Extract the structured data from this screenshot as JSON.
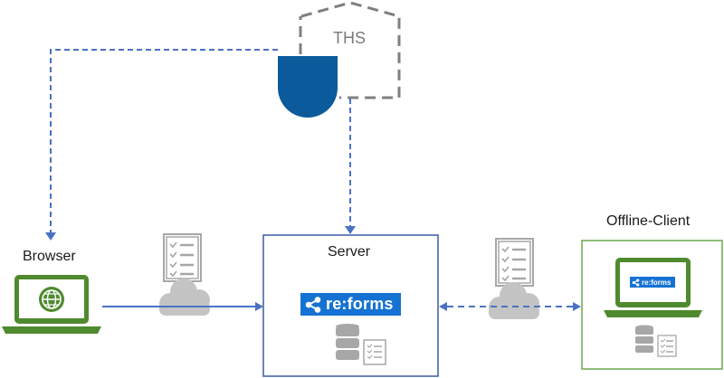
{
  "nodes": {
    "ths": {
      "label": "THS"
    },
    "browser": {
      "label": "Browser"
    },
    "server": {
      "label": "Server"
    },
    "offline_client": {
      "label": "Offline-Client"
    }
  },
  "logo": {
    "text": "re:forms"
  },
  "colors": {
    "connector_blue": "#4a72c4",
    "ths_dashed_gray": "#7f7f7f",
    "ths_shield_blue": "#0b5a9c",
    "laptop_green": "#4f8a2f",
    "server_border": "#3b5ba5",
    "offline_border": "#6aa84f",
    "cloud_gray": "#c4c4c4",
    "doc_gray": "#a7a7a7",
    "reforms_blue": "#1572d3"
  }
}
